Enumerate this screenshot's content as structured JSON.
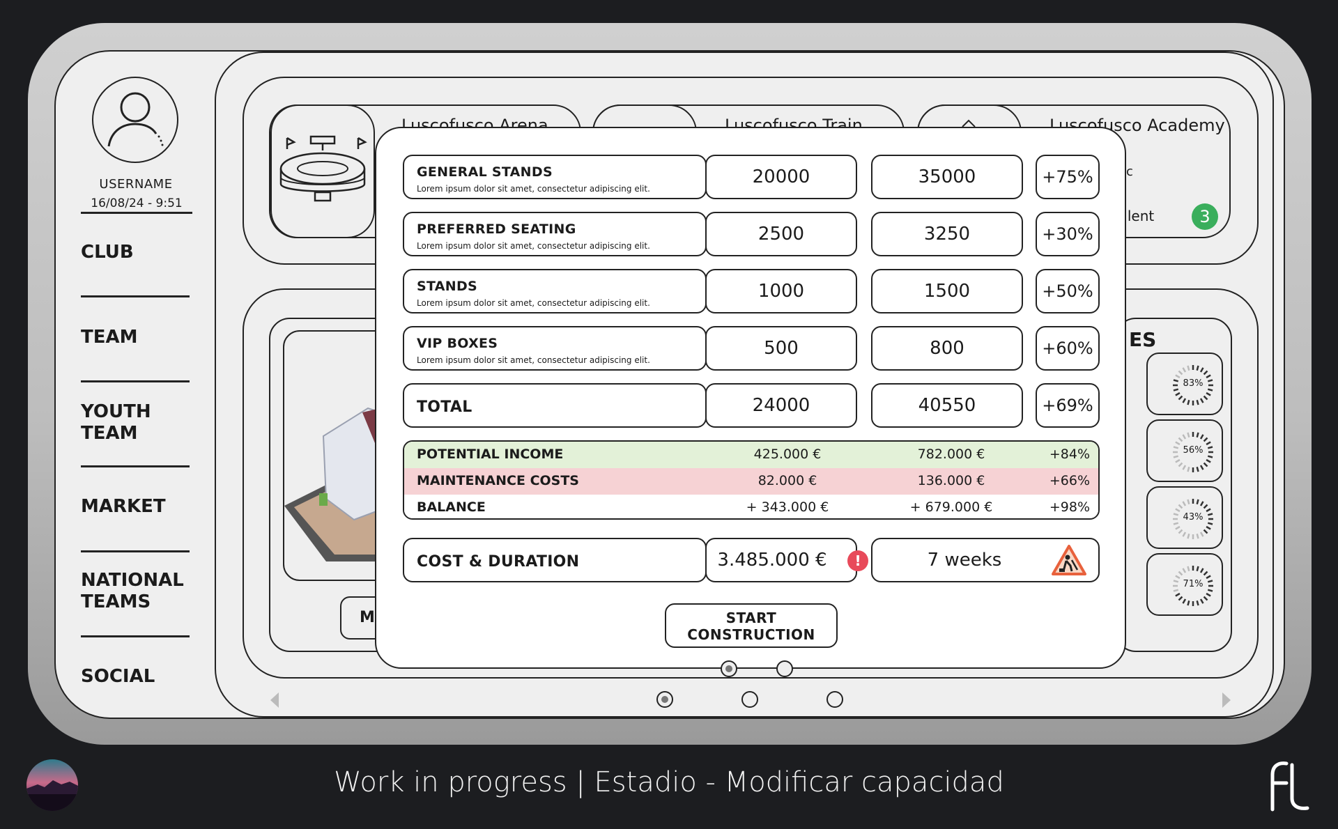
{
  "sidebar": {
    "username": "USERNAME",
    "datetime": "16/08/24 - 9:51",
    "nav": [
      "CLUB",
      "TEAM",
      "YOUTH TEAM",
      "MARKET",
      "NATIONAL TEAMS",
      "SOCIAL"
    ]
  },
  "facilities": {
    "arena": "Luscofusco Arena",
    "train": "Luscofusco Train",
    "academy": "Luscofusco Academy",
    "academy_line1": "c",
    "academy_line2": "ellent",
    "academy_badge": "3"
  },
  "background": {
    "section_label_fragment": "ES",
    "button_fragment": "MO",
    "progress": [
      {
        "label": "83%",
        "value": 83
      },
      {
        "label": "56%",
        "value": 56
      },
      {
        "label": "43%",
        "value": 43
      },
      {
        "label": "71%",
        "value": 71
      }
    ]
  },
  "modal": {
    "rows": [
      {
        "title": "GENERAL STANDS",
        "subtitle": "Lorem ipsum dolor sit amet, consectetur adipiscing elit.",
        "current": "20000",
        "new": "35000",
        "change": "+75%"
      },
      {
        "title": "PREFERRED SEATING",
        "subtitle": "Lorem ipsum dolor sit amet, consectetur adipiscing elit.",
        "current": "2500",
        "new": "3250",
        "change": "+30%"
      },
      {
        "title": "STANDS",
        "subtitle": "Lorem ipsum dolor sit amet, consectetur adipiscing elit.",
        "current": "1000",
        "new": "1500",
        "change": "+50%"
      },
      {
        "title": "VIP BOXES",
        "subtitle": "Lorem ipsum dolor sit amet, consectetur adipiscing elit.",
        "current": "500",
        "new": "800",
        "change": "+60%"
      }
    ],
    "total": {
      "title": "TOTAL",
      "current": "24000",
      "new": "40550",
      "change": "+69%"
    },
    "finance": [
      {
        "label": "POTENTIAL INCOME",
        "current": "425.000 €",
        "new": "782.000 €",
        "change": "+84%",
        "color": "#e3f1d8"
      },
      {
        "label": "MAINTENANCE COSTS",
        "current": "82.000 €",
        "new": "136.000 €",
        "change": "+66%",
        "color": "#f6d2d4"
      },
      {
        "label": "BALANCE",
        "current": "+ 343.000 €",
        "new": "+ 679.000 €",
        "change": "+98%",
        "color": "#ffffff"
      }
    ],
    "cost": {
      "title": "COST & DURATION",
      "amount": "3.485.000 €",
      "duration": "7 weeks",
      "alert": "!"
    },
    "start_line1": "START",
    "start_line2": "CONSTRUCTION"
  },
  "caption": "Work in progress  |  Estadio -  Modificar capacidad",
  "colors": {
    "accent_green": "#3aae5c",
    "alert_red": "#e84a5a",
    "warning_orange": "#f08a4b"
  }
}
